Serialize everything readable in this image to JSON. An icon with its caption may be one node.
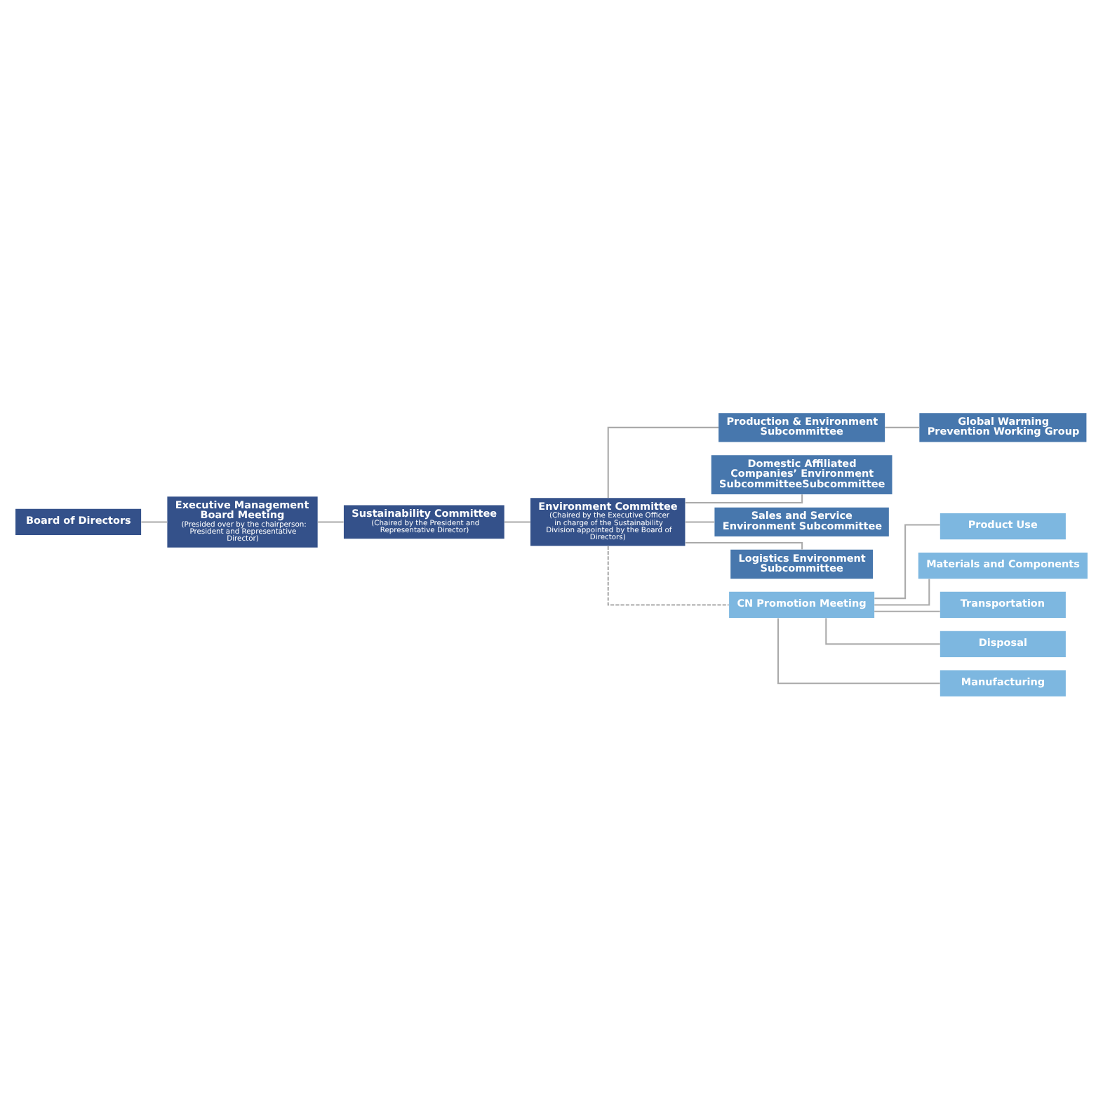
{
  "diagram": {
    "nodes": [
      {
        "text": [
          "Board of Directors"
        ]
      },
      {
        "text": [
          "Executive Management Board Meeting",
          "(Presided over by the chairperson: President and Representative Director)"
        ]
      },
      {
        "text": [
          "Sustainability Committee",
          "(Chaired by the President and Representative Director)"
        ]
      },
      {
        "text": [
          "Environment Committee",
          "(Chaired by the Executive Officer in charge of the Sustainability Division appointed by the Board of Directors)"
        ]
      },
      {
        "text": [
          "Production & Environment Subcommittee"
        ]
      },
      {
        "text": [
          "Global Warming Prevention Working Group"
        ]
      },
      {
        "text": [
          "Domestic Affiliated Companies’ Environment SubcommitteeSubcommittee"
        ]
      },
      {
        "text": [
          "Sales and Service Environment Subcommittee"
        ]
      },
      {
        "text": [
          "Logistics Environment Subcommittee"
        ]
      },
      {
        "text": [
          "CN Promotion Meeting"
        ]
      },
      {
        "text": [
          "Product Use"
        ]
      },
      {
        "text": [
          "Materials and Components"
        ]
      },
      {
        "text": [
          "Transportation"
        ]
      },
      {
        "text": [
          "Disposal"
        ]
      },
      {
        "text": [
          "Manufacturing"
        ]
      }
    ],
    "edges": [
      {
        "from": 0,
        "to": 1,
        "arrow": "none"
      },
      {
        "from": 1,
        "to": 2,
        "arrow": "none"
      },
      {
        "from": 2,
        "to": 3,
        "arrow": "none"
      },
      {
        "from": 3,
        "to": 4,
        "arrow": "none"
      },
      {
        "from": 3,
        "to": 6,
        "arrow": "none"
      },
      {
        "from": 3,
        "to": 7,
        "arrow": "none"
      },
      {
        "from": 3,
        "to": 8,
        "arrow": "none"
      },
      {
        "from": 3,
        "to": 9,
        "arrow": "none",
        "style": "dashed"
      },
      {
        "from": 4,
        "to": 5,
        "arrow": "none"
      },
      {
        "from": 9,
        "to": 10,
        "arrow": "none"
      },
      {
        "from": 9,
        "to": 11,
        "arrow": "none"
      },
      {
        "from": 9,
        "to": 12,
        "arrow": "none"
      },
      {
        "from": 9,
        "to": 13,
        "arrow": "none"
      },
      {
        "from": 9,
        "to": 14,
        "arrow": "none"
      }
    ]
  }
}
